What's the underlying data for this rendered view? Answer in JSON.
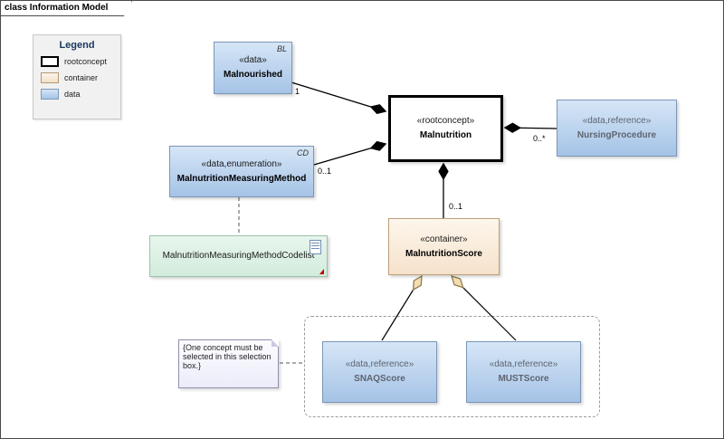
{
  "frame": {
    "title": "class Information Model"
  },
  "legend": {
    "title": "Legend",
    "items": [
      {
        "label": "rootconcept"
      },
      {
        "label": "container"
      },
      {
        "label": "data"
      }
    ]
  },
  "nodes": {
    "malnourished": {
      "stereotype": "«data»",
      "name": "Malnourished",
      "tag": "BL"
    },
    "malnutrition": {
      "stereotype": "«rootconcept»",
      "name": "Malnutrition"
    },
    "nursing_procedure": {
      "stereotype": "«data,reference»",
      "name": "NursingProcedure"
    },
    "measuring_method": {
      "stereotype": "«data,enumeration»",
      "name": "MalnutritionMeasuringMethod",
      "tag": "CD"
    },
    "codelist": {
      "name": "MalnutritionMeasuringMethodCodelist"
    },
    "malnutrition_score": {
      "stereotype": "«container»",
      "name": "MalnutritionScore"
    },
    "snaq_score": {
      "stereotype": "«data,reference»",
      "name": "SNAQScore"
    },
    "must_score": {
      "stereotype": "«data,reference»",
      "name": "MUSTScore"
    }
  },
  "multiplicities": {
    "malnourished_end": "1",
    "measuring_method_end": "0..1",
    "nursing_procedure_end": "0..*",
    "score_end": "0..1"
  },
  "note": {
    "text": "{One concept must be selected in this selection box.}"
  },
  "colors": {
    "data_fill": "#a6c4e7",
    "data_border": "#7d98ba",
    "container_fill": "#f6e2cb",
    "rootconcept_border": "#000000",
    "codelist_fill": "#d2ecdc",
    "aggregation_diamond": "#000000",
    "selection_diamond": "#f3ddb3",
    "warning_triangle": "#c00000",
    "legend_title": "#17375e"
  }
}
